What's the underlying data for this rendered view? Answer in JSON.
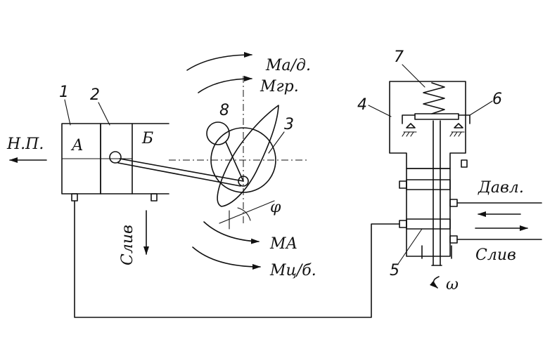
{
  "labels": {
    "np": "Н.П.",
    "a": "А",
    "b": "Б",
    "sliv_left": "Слив",
    "ma_d": "Ма/д.",
    "mgr": "Мгр.",
    "ma": "МА",
    "mcb": "Мц/б.",
    "phi": "φ",
    "davl": "Давл.",
    "sliv_right": "Слив",
    "omega": "ω"
  },
  "numbers": {
    "n1": "1",
    "n2": "2",
    "n3": "3",
    "n4": "4",
    "n5": "5",
    "n6": "6",
    "n7": "7",
    "n8": "8"
  }
}
